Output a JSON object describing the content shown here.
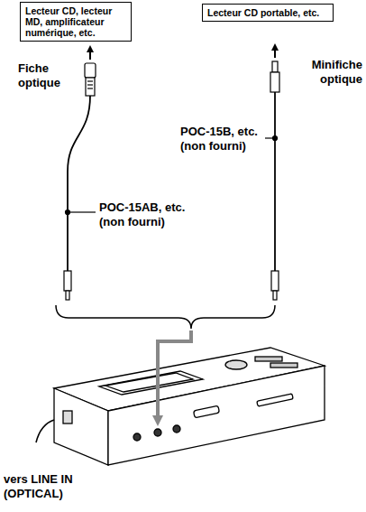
{
  "diagram": {
    "nodes": [
      {
        "text": [
          "Lecteur CD, lecteur MD, amplificateur numérique, etc."
        ]
      },
      {
        "text": [
          "Lecteur CD portable, etc."
        ]
      }
    ],
    "labels": [
      "Fiche optique",
      "Minifiche optique",
      "POC-15B, etc. (non fourni)",
      "POC-15AB, etc. (non fourni)",
      "vers LINE IN (OPTICAL)"
    ]
  }
}
